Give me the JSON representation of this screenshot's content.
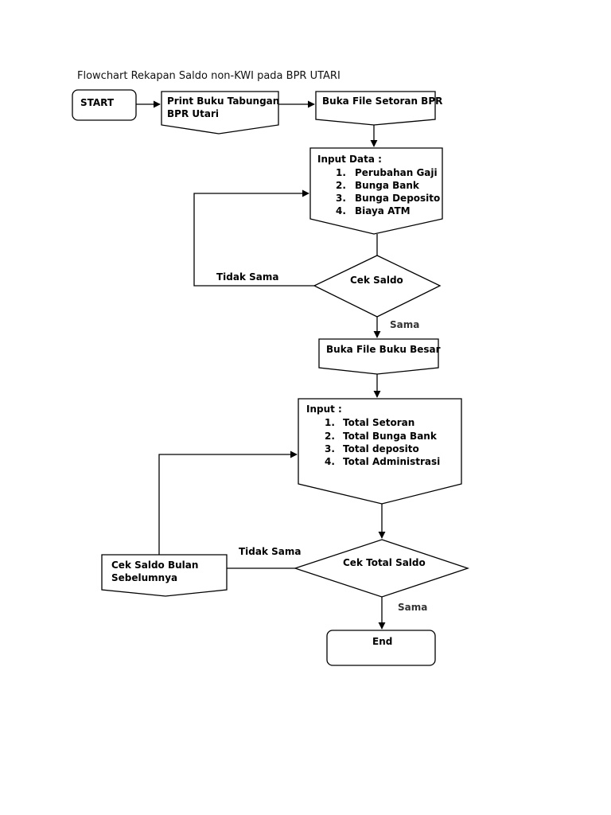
{
  "title": "Flowchart Rekapan Saldo non-KWI pada BPR UTARI",
  "start": "START",
  "print": {
    "line1": "Print Buku Tabungan",
    "line2": "BPR Utari"
  },
  "buka_setoran": "Buka File Setoran BPR",
  "input_data": {
    "heading": "Input Data :",
    "items": [
      {
        "num": "1.",
        "text": "Perubahan Gaji"
      },
      {
        "num": "2.",
        "text": "Bunga Bank"
      },
      {
        "num": "3.",
        "text": "Bunga Deposito"
      },
      {
        "num": "4.",
        "text": "Biaya ATM"
      }
    ]
  },
  "cek_saldo": "Cek Saldo",
  "tidak_sama_1": "Tidak Sama",
  "sama_1": "Sama",
  "buka_buku_besar": "Buka File Buku Besar",
  "input_total": {
    "heading": "Input :",
    "items": [
      {
        "num": "1.",
        "text": "Total Setoran"
      },
      {
        "num": "2.",
        "text": "Total Bunga Bank"
      },
      {
        "num": "3.",
        "text": "Total deposito"
      },
      {
        "num": "4.",
        "text": "Total Administrasi"
      }
    ]
  },
  "cek_total_saldo": "Cek Total Saldo",
  "tidak_sama_2": "Tidak Sama",
  "sama_2": "Sama",
  "cek_bulan": {
    "line1": "Cek Saldo Bulan",
    "line2": "Sebelumnya"
  },
  "end": "End"
}
